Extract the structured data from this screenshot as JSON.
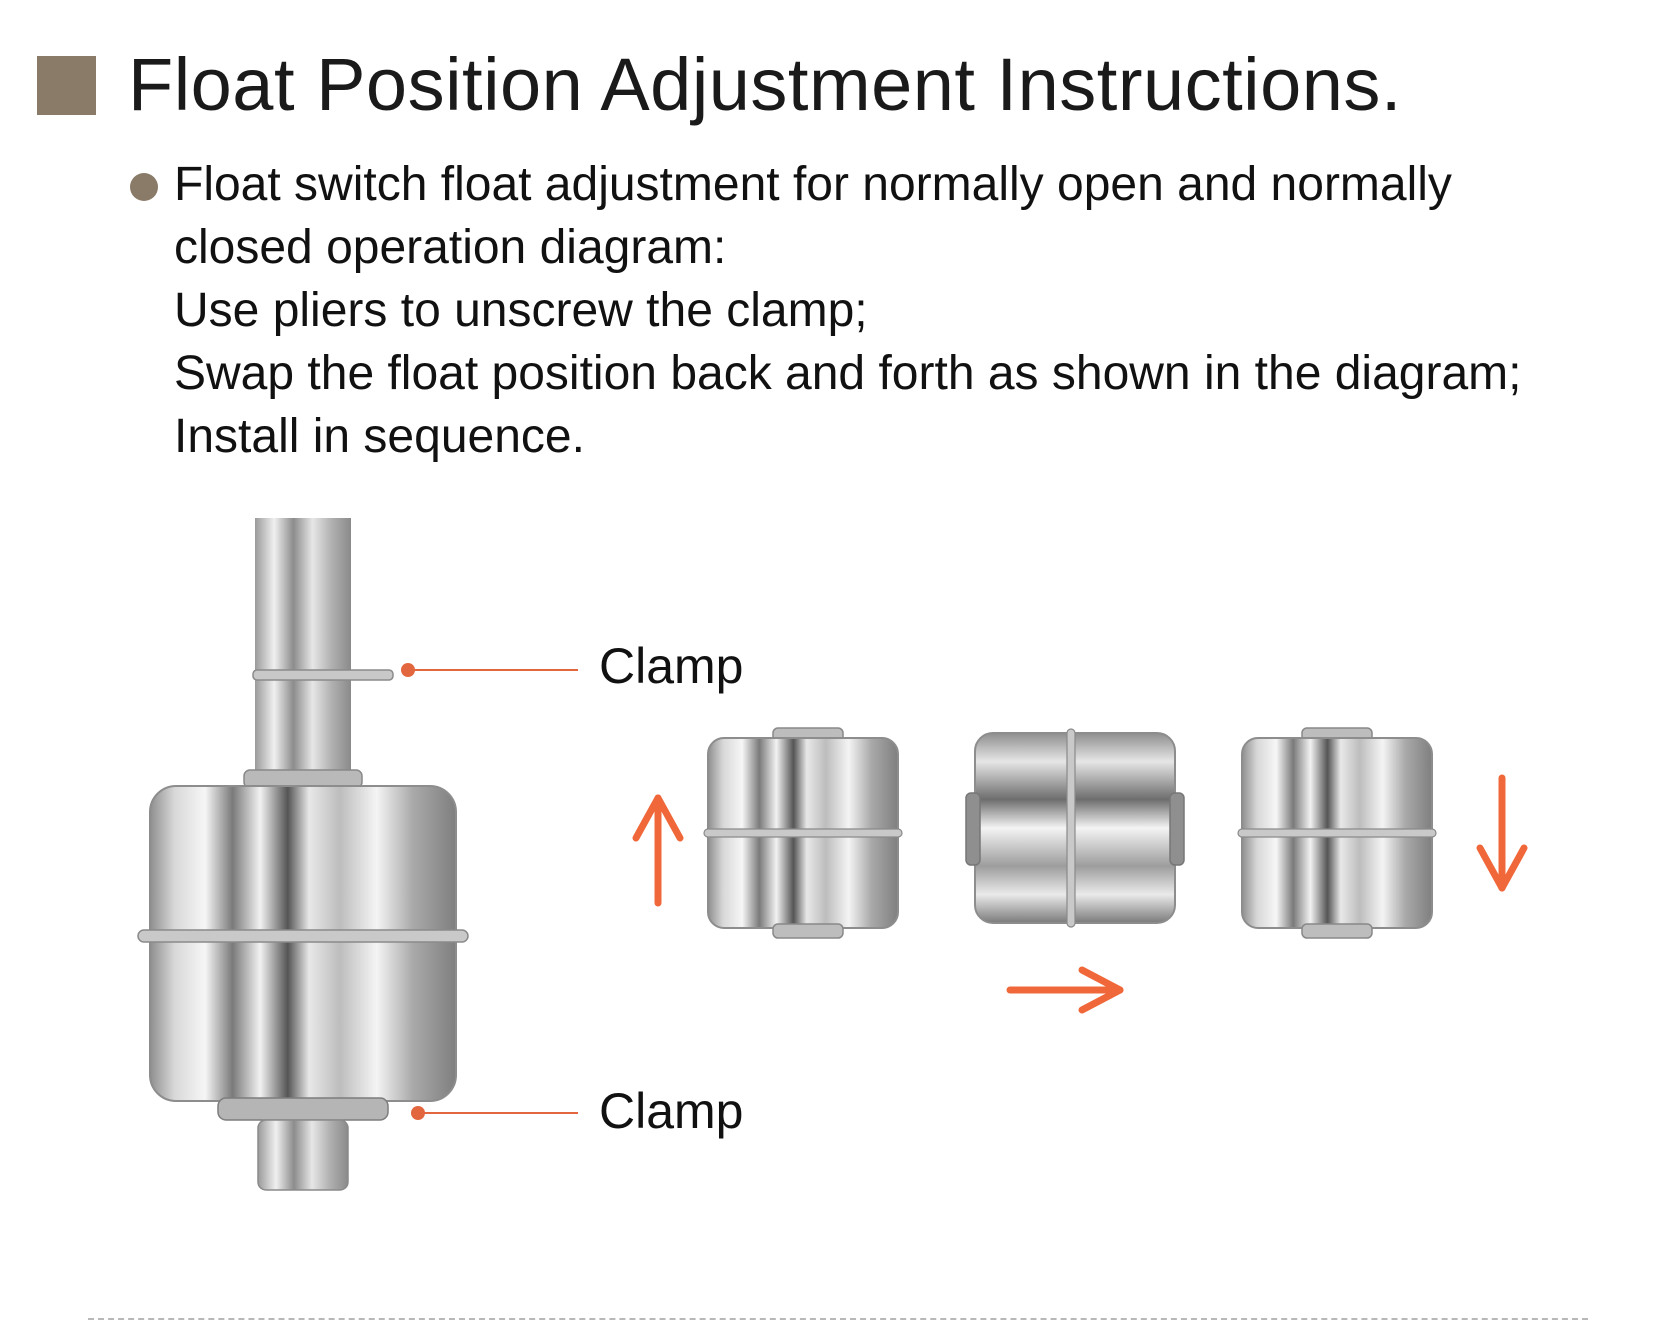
{
  "header": {
    "title": "Float Position Adjustment Instructions."
  },
  "instructions": {
    "lines": [
      "Float switch float adjustment for normally open and normally",
      "closed operation diagram:",
      "Use pliers to unscrew the clamp;",
      "Swap the float position back and forth as shown in the diagram;",
      "Install in sequence."
    ]
  },
  "diagram": {
    "clamp_top_label": "Clamp",
    "clamp_bottom_label": "Clamp"
  },
  "colors": {
    "accent_square": "#8a7a68",
    "arrow": "#f0683a",
    "leader_dot": "#e2673f"
  }
}
